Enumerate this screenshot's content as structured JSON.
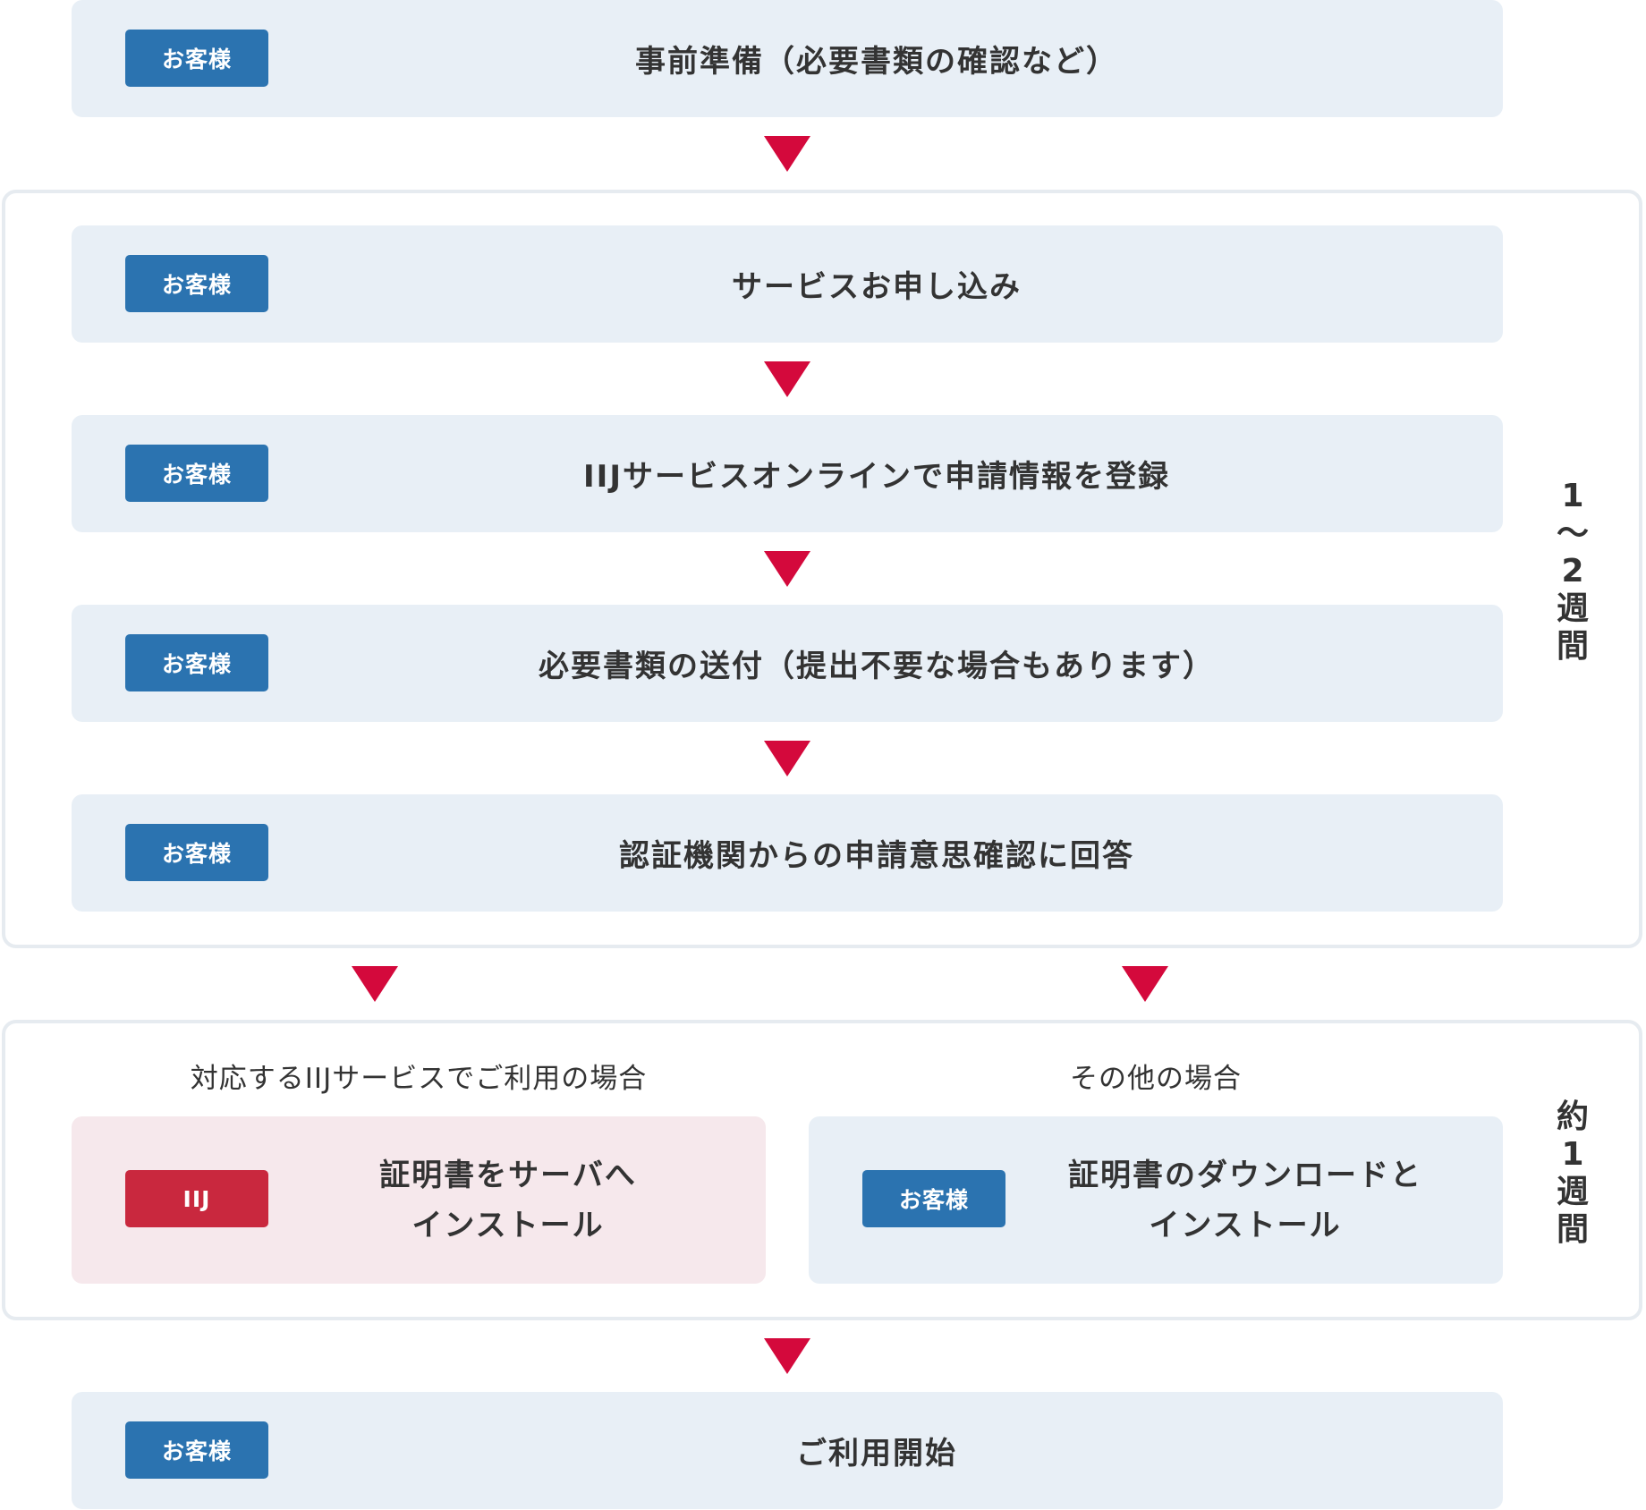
{
  "colors": {
    "step_bg": "#e8eff6",
    "badge_customer": "#2b73b0",
    "badge_iij": "#c9283e",
    "iij_card_bg": "#f6e8ec",
    "arrow": "#d4093c",
    "frame_border": "#e6ebf0",
    "text": "#333333"
  },
  "customer_label": "お客様",
  "iij_label": "IIJ",
  "steps": {
    "prep": "事前準備（必要書類の確認など）",
    "apply": "サービスお申し込み",
    "register": "IIJサービスオンラインで申請情報を登録",
    "documents": "必要書類の送付（提出不要な場合もあります）",
    "confirm": "認証機関からの申請意思確認に回答",
    "start": "ご利用開始"
  },
  "duration_1": [
    "1",
    "〜",
    "2",
    "週",
    "間"
  ],
  "duration_2": [
    "約",
    "1",
    "週",
    "間"
  ],
  "branches": {
    "iij": {
      "caption": "対応するIIJサービスでご利用の場合",
      "line1": "証明書をサーバへ",
      "line2": "インストール"
    },
    "other": {
      "caption": "その他の場合",
      "line1": "証明書のダウンロードと",
      "line2": "インストール"
    }
  }
}
